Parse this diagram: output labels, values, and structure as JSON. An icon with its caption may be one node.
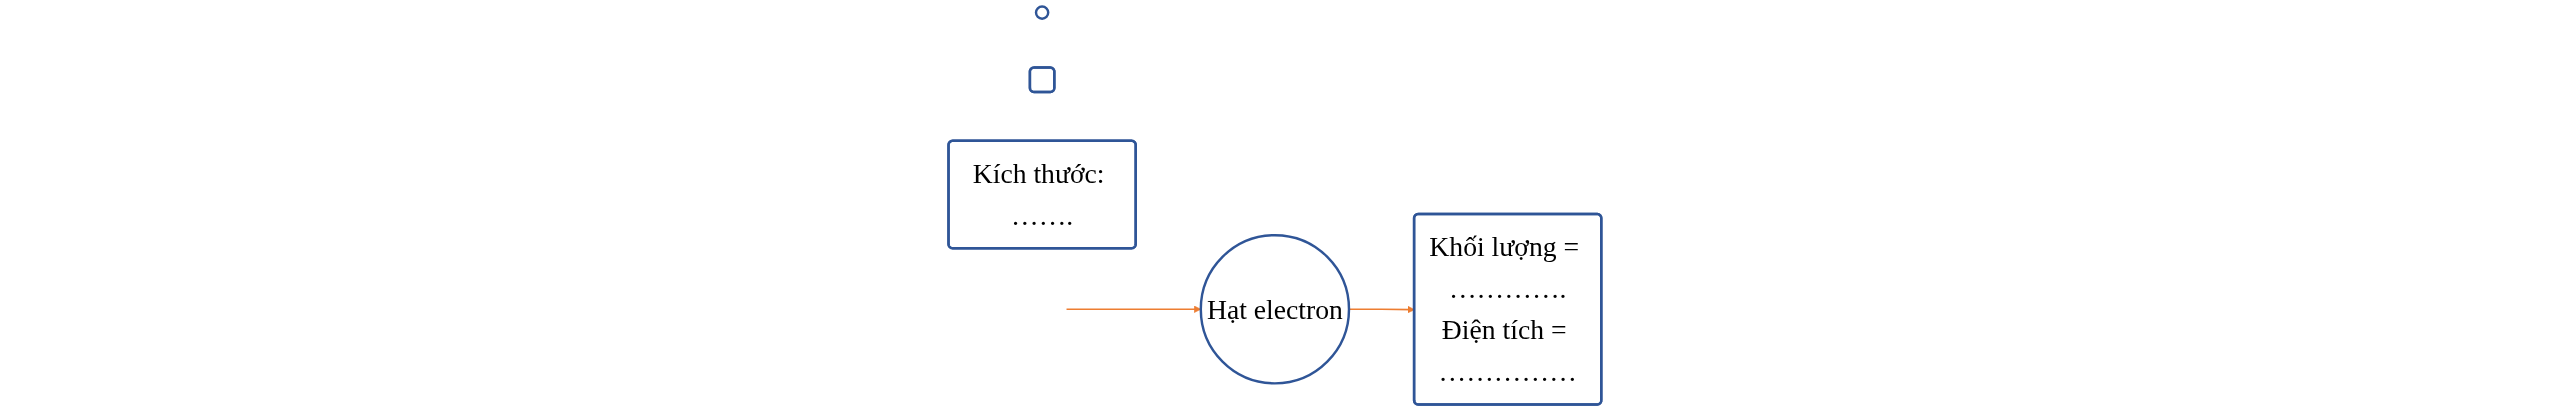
{
  "diagram": {
    "nodes": [
      {
        "text": [],
        "shape": "circle"
      },
      {
        "text": [],
        "shape": "box"
      },
      {
        "text": [
          "Hạt electron"
        ]
      },
      {
        "text": [
          "Khối lượng = ………….",
          "Điện tích = ……………"
        ]
      },
      {
        "text": [
          "Kích thước: ……."
        ]
      }
    ],
    "edges": [
      {
        "from": null,
        "to": 2,
        "arrow": "to"
      },
      {
        "from": 2,
        "to": 3,
        "arrow": "to"
      }
    ]
  }
}
